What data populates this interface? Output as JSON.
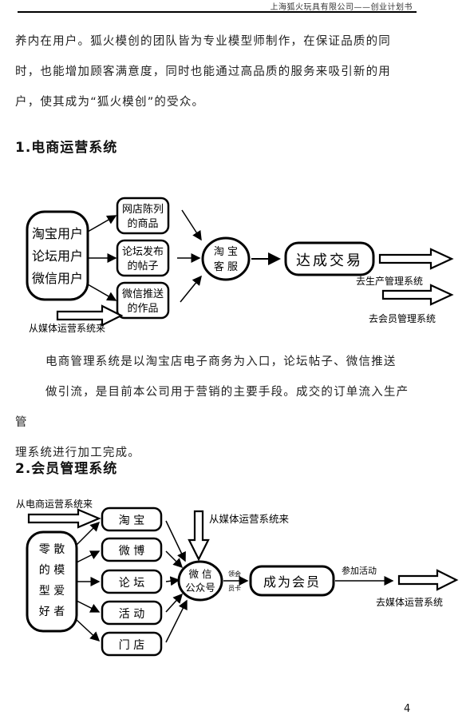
{
  "header": {
    "text": "上海狐火玩具有限公司——创业计划书"
  },
  "intro_lines": [
    "养内在用户。狐火模创的团队皆为专业模型师制作，在保证品质的同",
    "时，也能增加顾客满意度，同时也能通过高品质的服务来吸引新的用",
    "户，使其成为“狐火模创”的受众。"
  ],
  "section1": {
    "title": "1.电商运营系统",
    "diagram": {
      "users": [
        "淘宝用户",
        "论坛用户",
        "微信用户"
      ],
      "channels": [
        [
          "网店陈列",
          "的商品"
        ],
        [
          "论坛发布",
          "的帖子"
        ],
        [
          "微信推送",
          "的作品"
        ]
      ],
      "service": [
        "淘 宝",
        "客 服"
      ],
      "deal": "达成交易",
      "out1": "去生产管理系统",
      "out2": "去会员管理系统",
      "in_media": "从媒体运营系统来"
    },
    "text_lines": [
      "电商管理系统是以淘宝店电子商务为入口，论坛帖子、微信推送",
      "做引流，是目前本公司用于营销的主要手段。成交的订单流入生产管",
      "理系统进行加工完成。"
    ]
  },
  "section2": {
    "title": "2.会员管理系统",
    "diagram": {
      "in_ecommerce": "从电商运营系统来",
      "in_media": "从媒体运营系统来",
      "fans": [
        "零 散",
        "的 模",
        "型 爱",
        "好 者"
      ],
      "channels": [
        "淘 宝",
        "微 博",
        "论 坛",
        "活 动",
        "门 店"
      ],
      "wechat": [
        "微 信",
        "公众号"
      ],
      "card": [
        "领会",
        "员卡"
      ],
      "member": "成为会员",
      "activity": "参加活动",
      "out_media": "去媒体运营系统"
    }
  },
  "page_number": "4"
}
